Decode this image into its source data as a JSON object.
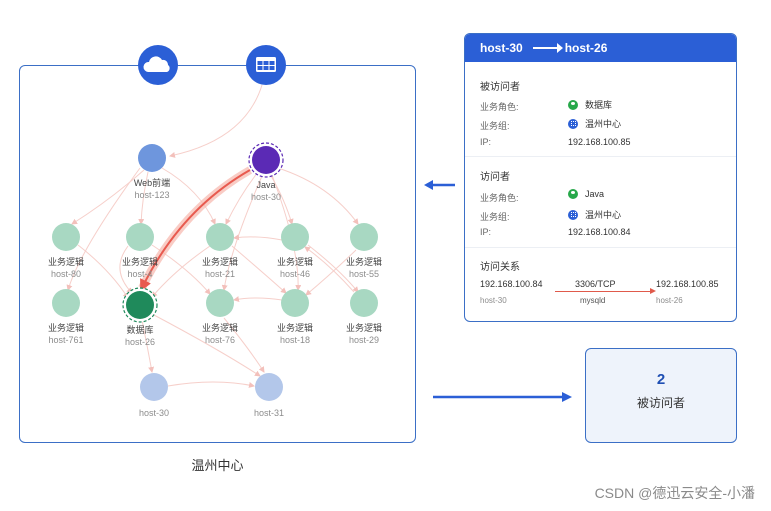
{
  "topology": {
    "caption": "温州中心",
    "nodes": [
      {
        "id": "web",
        "label": "Web前端",
        "sub": "host-123",
        "color": "#6e96dd"
      },
      {
        "id": "java",
        "label": "Java",
        "sub": "host-30",
        "color": "#5b2ab5"
      },
      {
        "id": "n80",
        "label": "业务逻辑",
        "sub": "host-80",
        "color": "#a8d8c2"
      },
      {
        "id": "n4x",
        "label": "业务逻辑",
        "sub": "host-4",
        "color": "#a8d8c2"
      },
      {
        "id": "n21",
        "label": "业务逻辑",
        "sub": "host-21",
        "color": "#a8d8c2"
      },
      {
        "id": "n46",
        "label": "业务逻辑",
        "sub": "host-46",
        "color": "#a8d8c2"
      },
      {
        "id": "n55",
        "label": "业务逻辑",
        "sub": "host-55",
        "color": "#a8d8c2"
      },
      {
        "id": "n761",
        "label": "业务逻辑",
        "sub": "host-761",
        "color": "#a8d8c2"
      },
      {
        "id": "db",
        "label": "数据库",
        "sub": "host-26",
        "color": "#1f8a5b"
      },
      {
        "id": "n76",
        "label": "业务逻辑",
        "sub": "host-76",
        "color": "#a8d8c2"
      },
      {
        "id": "n18",
        "label": "业务逻辑",
        "sub": "host-18",
        "color": "#a8d8c2"
      },
      {
        "id": "n29",
        "label": "业务逻辑",
        "sub": "host-29",
        "color": "#a8d8c2"
      },
      {
        "id": "h30",
        "label": "",
        "sub": "host-30",
        "color": "#b3c7ea"
      },
      {
        "id": "h31",
        "label": "",
        "sub": "host-31",
        "color": "#b3c7ea"
      }
    ],
    "top_icons": [
      {
        "id": "cloud",
        "icon": "cloud-icon"
      },
      {
        "id": "table",
        "icon": "table-icon"
      }
    ]
  },
  "info_panel": {
    "header_from": "host-30",
    "header_to": "host-26",
    "visited_title": "被访问者",
    "visitor_title": "访问者",
    "relation_title": "访问关系",
    "labels": {
      "role": "业务角色:",
      "group": "业务组:",
      "ip": "IP:"
    },
    "visited": {
      "role": "数据库",
      "group": "温州中心",
      "ip": "192.168.100.85"
    },
    "visitor": {
      "role": "Java",
      "group": "温州中心",
      "ip": "192.168.100.84"
    },
    "relation": {
      "src_ip": "192.168.100.84",
      "src_host": "host-30",
      "port": "3306/TCP",
      "proto": "mysqld",
      "dst_ip": "192.168.100.85",
      "dst_host": "host-26"
    }
  },
  "count_box": {
    "value": "2",
    "label": "被访问者"
  },
  "watermark": "CSDN @德迅云安全-小潘",
  "colors": {
    "accent": "#2b5fd6",
    "highlight": "#e85a4f",
    "db_node": "#1f8a5b",
    "java_node": "#5b2ab5"
  }
}
